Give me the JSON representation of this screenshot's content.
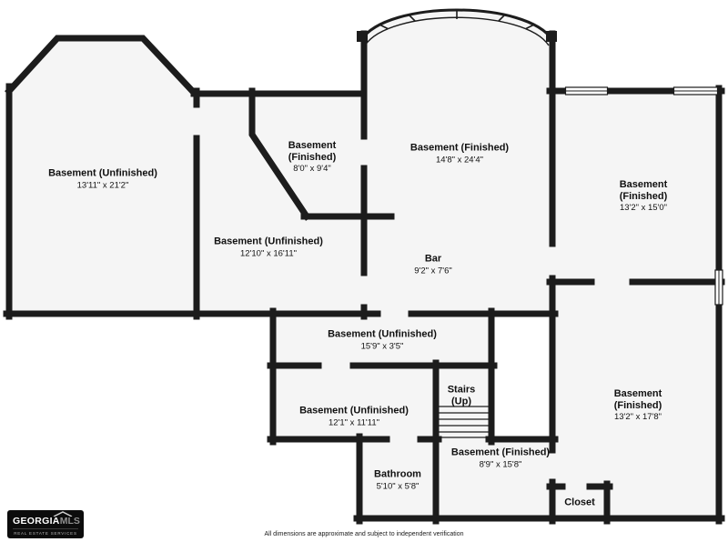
{
  "meta": {
    "disclaimer": "All dimensions are approximate and subject to independent verification"
  },
  "logo": {
    "brand": "GEORGIA",
    "brand_suffix": "MLS",
    "tagline": "REAL ESTATE SERVICES"
  },
  "colors": {
    "wall": "#1c1c1c",
    "room_fill": "#f5f5f5",
    "background": "#ffffff"
  },
  "rooms": [
    {
      "id": "basement-unfinished-1",
      "name": "Basement (Unfinished)",
      "dims": "13'11\" x 21'2\""
    },
    {
      "id": "basement-finished-1",
      "name": "Basement (Finished)",
      "dims": "8'0\" x 9'4\""
    },
    {
      "id": "basement-finished-2",
      "name": "Basement (Finished)",
      "dims": "14'8\" x 24'4\""
    },
    {
      "id": "basement-finished-3",
      "name": "Basement (Finished)",
      "dims": "13'2\" x 15'0\""
    },
    {
      "id": "basement-unfinished-2",
      "name": "Basement (Unfinished)",
      "dims": "12'10\" x 16'11\""
    },
    {
      "id": "bar",
      "name": "Bar",
      "dims": "9'2\" x 7'6\""
    },
    {
      "id": "basement-unfinished-3",
      "name": "Basement (Unfinished)",
      "dims": "15'9\" x 3'5\""
    },
    {
      "id": "stairs",
      "name": "Stairs (Up)",
      "dims": ""
    },
    {
      "id": "basement-finished-4",
      "name": "Basement (Finished)",
      "dims": "13'2\" x 17'8\""
    },
    {
      "id": "basement-unfinished-4",
      "name": "Basement (Unfinished)",
      "dims": "12'1\" x 11'11\""
    },
    {
      "id": "basement-finished-5",
      "name": "Basement (Finished)",
      "dims": "8'9\" x 15'8\""
    },
    {
      "id": "bathroom",
      "name": "Bathroom",
      "dims": "5'10\" x 5'8\""
    },
    {
      "id": "closet",
      "name": "Closet",
      "dims": ""
    }
  ]
}
